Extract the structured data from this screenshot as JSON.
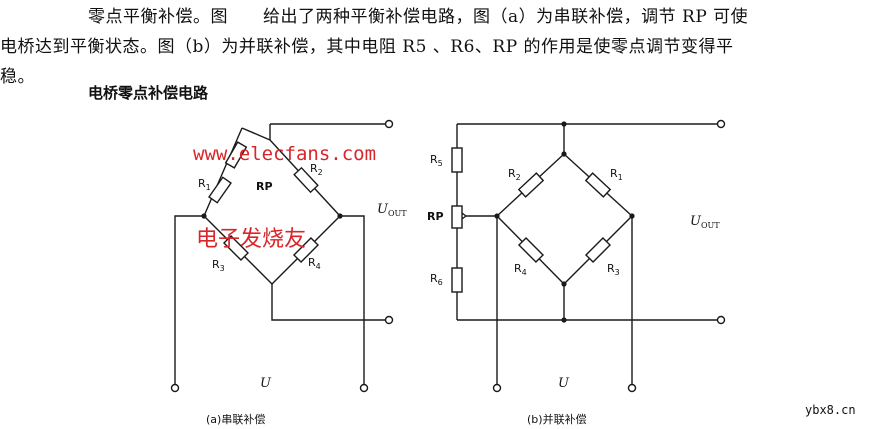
{
  "text": {
    "line1": "零点平衡补偿。图　　给出了两种平衡补偿电路，图（a）为串联补偿，调节 RP 可使",
    "line2": "电桥达到平衡状态。图（b）为并联补偿，其中电阻 R5 、R6、RP 的作用是使零点调节变得平",
    "line3": "稳。",
    "caption": "电桥零点补偿电路"
  },
  "diagram_a": {
    "labels": {
      "rp": "RP",
      "r1": "R1",
      "r2": "R2",
      "r3": "R3",
      "r4": "R4",
      "uout": "UOUT",
      "u": "U"
    },
    "caption": "(a)串联补偿"
  },
  "diagram_b": {
    "labels": {
      "r5": "R5",
      "rp": "RP",
      "r6": "R6",
      "r1": "R1",
      "r2": "R2",
      "r3": "R3",
      "r4": "R4",
      "uout": "UOUT",
      "u": "U"
    },
    "caption": "(b)并联补偿"
  },
  "watermark": {
    "url": "www.elecfans.com",
    "cn": "电子发烧友"
  },
  "site": "ybx8.cn",
  "colors": {
    "ink": "#1a1a1a",
    "watermark": "#d8262b"
  }
}
